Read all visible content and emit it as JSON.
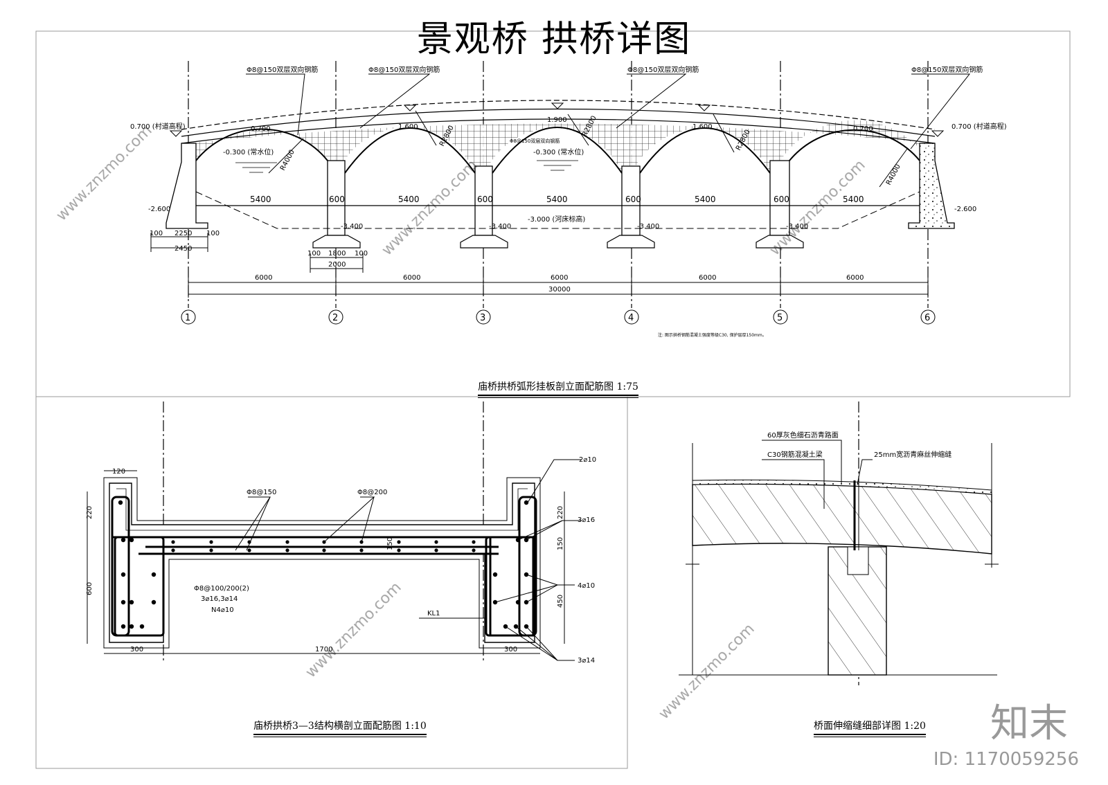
{
  "title": "景观桥 拱桥详图",
  "watermark": {
    "brand": "知末",
    "id": "ID: 1170059256",
    "site": "www.znzmo.com"
  },
  "elevation": {
    "caption": "庙桥拱桥弧形挂板剖立面配筋图",
    "scale": "1:75",
    "rebar_notes": [
      "Φ8@150双层双向钢筋",
      "Φ8@150双层双向钢筋",
      "Φ8@150双层双向钢筋",
      "Φ8@150双层双向钢筋"
    ],
    "mid_note": "Φ8@150双层双向钢筋",
    "elev_road_left": "0.700 (村道高程)",
    "elev_road_right": "0.700 (村道高程)",
    "elev_crown_1": "0.700",
    "elev_crown_2": "1.600",
    "elev_crown_3": "1.900",
    "elev_crown_4": "1.600",
    "elev_crown_5": "0.700",
    "water_left": "-0.300 (常水位)",
    "water_mid": "-0.300 (常水位)",
    "radius_4000": "R4000",
    "radius_2800": "R2800",
    "spans": [
      "5400",
      "5400",
      "5400",
      "5400",
      "5400"
    ],
    "pier_widths": [
      "600",
      "600",
      "600",
      "600"
    ],
    "footing_elev_side": "-2.600",
    "footing_elev_pier": "-3.400",
    "riverbed": "-3.000 (河床标高)",
    "left_footing_dims": [
      "100",
      "2250",
      "100",
      "2450"
    ],
    "pier_footing_dims": [
      "100",
      "1800",
      "100",
      "2000"
    ],
    "bays": [
      "6000",
      "6000",
      "6000",
      "6000",
      "6000"
    ],
    "total": "30000",
    "axes": [
      "1",
      "2",
      "3",
      "4",
      "5",
      "6"
    ],
    "note": "注: 图示拱桥钢筋混凝土强度等级C30, 保护层厚150mm。"
  },
  "section": {
    "caption": "庙桥拱桥3—3结构横剖立面配筋图",
    "scale": "1:10",
    "top_width": "120",
    "left_heights": [
      "220",
      "600"
    ],
    "right_heights": [
      "220",
      "150",
      "450"
    ],
    "slab_thk": "150",
    "slab_rebar_1": "Φ8@150",
    "slab_rebar_2": "Φ8@200",
    "stirrup": "Φ8@100/200(2)",
    "main_bars": "3⌀16,3⌀14",
    "side_bars": "N4⌀10",
    "beam_label": "KL1",
    "call_top": "2⌀10",
    "call_3_16": "3⌀16",
    "call_4_10": "4⌀10",
    "call_3_14": "3⌀14",
    "bottom_dims": [
      "300",
      "1700",
      "300"
    ]
  },
  "joint": {
    "caption": "桥面伸缩缝细部详图",
    "scale": "1:20",
    "layer_asphalt": "60厚灰色细石沥青路面",
    "layer_concrete": "C30钢筋混凝土梁",
    "layer_joint": "25mm宽沥青麻丝伸缩缝"
  }
}
